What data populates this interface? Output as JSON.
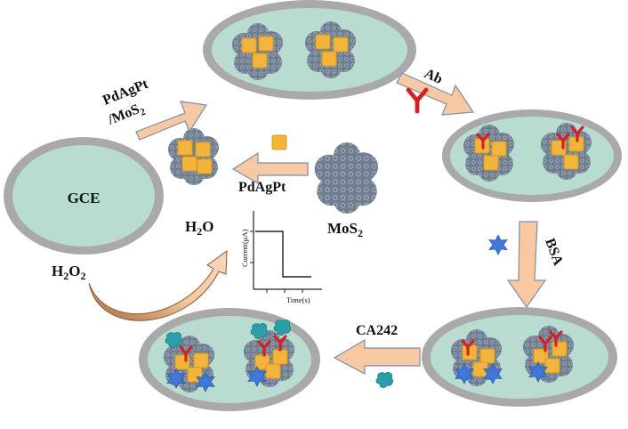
{
  "labels": {
    "gce": "GCE",
    "pdagpt_mos2_line1": "PdAgPt",
    "pdagpt_mos2_line2": "/MoS",
    "pdagpt_mos2_sub": "2",
    "ab": "Ab",
    "pdagpt": "PdAgPt",
    "mos2": "MoS",
    "mos2_sub": "2",
    "bsa": "BSA",
    "ca242": "CA242",
    "h2o_h": "H",
    "h2o_sub": "2",
    "h2o_o": "O",
    "h2o2_h": "H",
    "h2o2_sub1": "2",
    "h2o2_o": "O",
    "h2o2_sub2": "2"
  },
  "inset_plot": {
    "ylabel": "Current(μA)",
    "xlabel": "Time(s)"
  },
  "colors": {
    "electrode_rim": "#a9a9a9",
    "electrode_fill": "#b8ddd0",
    "arrow_fill": "#f7c8a2",
    "arrow_stroke": "#7a8fa8",
    "particle": "#f2b43a",
    "mos2": "#6f7e90",
    "antibody": "#d42020",
    "bsa": "#3f78d8",
    "antigen": "#2a9fa8"
  }
}
